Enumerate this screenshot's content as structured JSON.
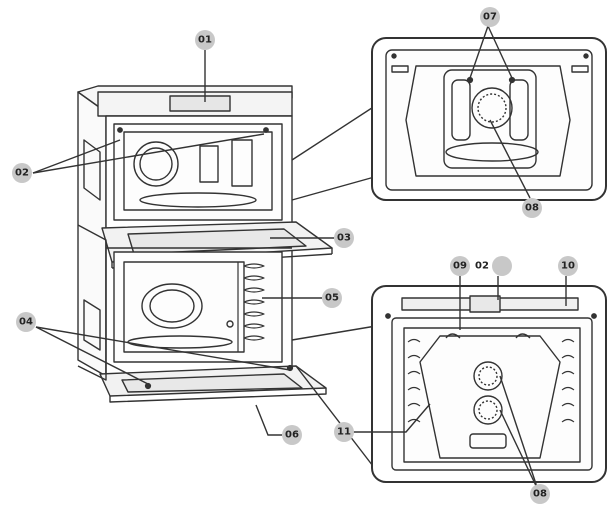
{
  "callouts": {
    "c01": "01",
    "c02a": "02",
    "c03": "03",
    "c04": "04",
    "c05": "05",
    "c06": "06",
    "c07": "07",
    "c08a": "08",
    "c09": "09",
    "c02b": "02",
    "c10": "10",
    "c11": "11",
    "c08b": "08"
  },
  "colors": {
    "line": "#333333",
    "callout_fill": "#c8c8c8",
    "callout_text": "#222222",
    "background": "#ffffff"
  }
}
